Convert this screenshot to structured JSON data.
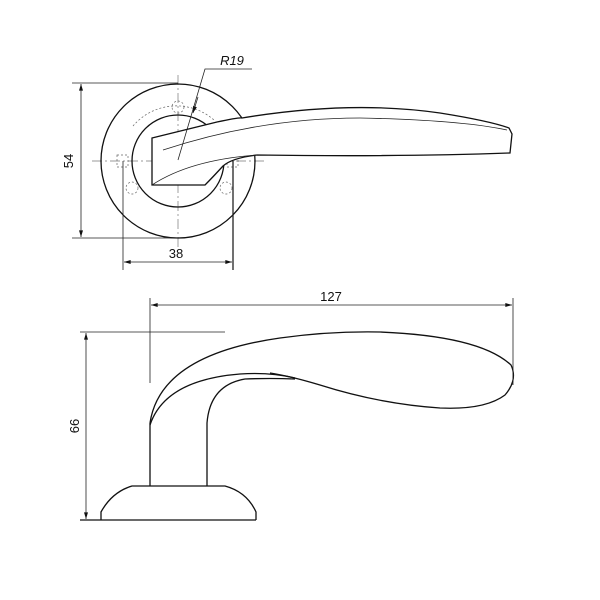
{
  "drawing": {
    "top_view": {
      "radius_label": "R19",
      "height_label": "54",
      "hole_spacing_label": "38"
    },
    "side_view": {
      "length_label": "127",
      "height_label": "66"
    },
    "line_color": "#111111"
  }
}
